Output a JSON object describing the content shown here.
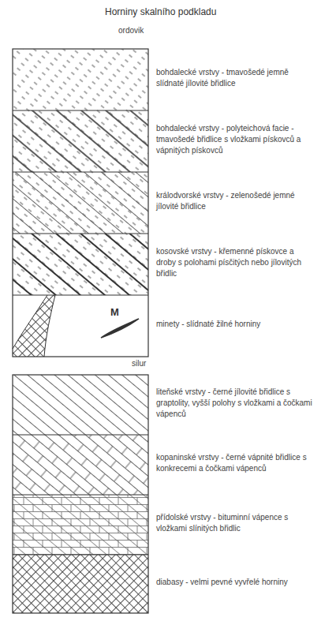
{
  "diagram": {
    "title": "Horniny skalního podkladu",
    "nodes": [
      {
        "text": [
          "bohdalecké vrstvy - tmavošedé jemně slídnaté jílovité břidlice"
        ]
      },
      {
        "text": [
          "bohdalecké vrstvy - polyteichová facie - tmavošedé břidlice s vložkami pískovců a vápnitých pískovců"
        ]
      },
      {
        "text": [
          "králodvorské vrstvy - zelenošedé jemné jílovité břidlice"
        ]
      },
      {
        "text": [
          "kosovské vrstvy - křemenné pískovce a droby s polohami písčitých nebo jílovitých břidlic"
        ]
      },
      {
        "text": [
          "M",
          "minety - slídnaté žilné horniny"
        ]
      },
      {
        "text": [
          "liteňské vrstvy - černé jílovité břidlice s graptolity, vyšší polohy s vložkami a čočkami vápenců"
        ]
      },
      {
        "text": [
          "kopaninské vrstvy - černé vápnité břidlice s konkrecemi a čočkami vápenců"
        ]
      },
      {
        "text": [
          "přídolské vrstvy - bituminní vápence s vložkami slínitých břidlic"
        ]
      },
      {
        "text": [
          "diabasy - velmi pevné vyvřelé horniny"
        ]
      }
    ],
    "labels": [
      "ordovik",
      "silur"
    ]
  }
}
